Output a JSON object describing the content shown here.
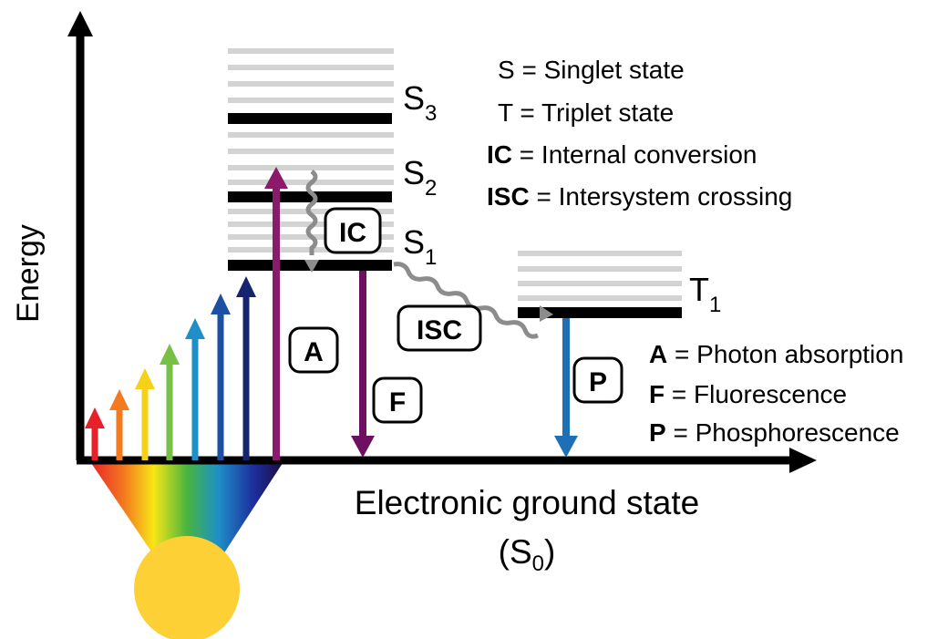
{
  "axes": {
    "y_label": "Energy",
    "x_label": "Electronic ground state",
    "x_sublabel_main": "(S",
    "x_sublabel_sub": "0",
    "x_sublabel_close": ")"
  },
  "states": {
    "s3": {
      "main": "S",
      "sub": "3"
    },
    "s2": {
      "main": "S",
      "sub": "2"
    },
    "s1": {
      "main": "S",
      "sub": "1"
    },
    "t1": {
      "main": "T",
      "sub": "1"
    }
  },
  "process_boxes": {
    "ic": "IC",
    "isc": "ISC",
    "a": "A",
    "f": "F",
    "p": "P"
  },
  "legend_top": [
    {
      "key": "S",
      "bold": false,
      "text": " = Singlet state"
    },
    {
      "key": "T",
      "bold": false,
      "text": " = Triplet state"
    },
    {
      "key": "IC",
      "bold": true,
      "text": " = Internal conversion"
    },
    {
      "key": "ISC",
      "bold": true,
      "text": " = Intersystem crossing"
    }
  ],
  "legend_bottom": [
    {
      "key": "A",
      "bold": true,
      "text": " = Photon absorption"
    },
    {
      "key": "F",
      "bold": true,
      "text": " = Fluorescence"
    },
    {
      "key": "P",
      "bold": true,
      "text": " = Phosphorescence"
    }
  ],
  "colors": {
    "axis": "#000000",
    "level_main": "#000000",
    "level_vibrational": "#d3d3d3",
    "absorption": "#8b1a6b",
    "fluorescence": "#6e1060",
    "phosphorescence": "#1f6fb6",
    "nonradiative": "#8c8c8c",
    "sun": "#fdd035",
    "spectrum_arrows": [
      "#e8202a",
      "#f37a1f",
      "#f7d117",
      "#76c043",
      "#1e8fc8",
      "#1d4fa3",
      "#15246e"
    ]
  }
}
